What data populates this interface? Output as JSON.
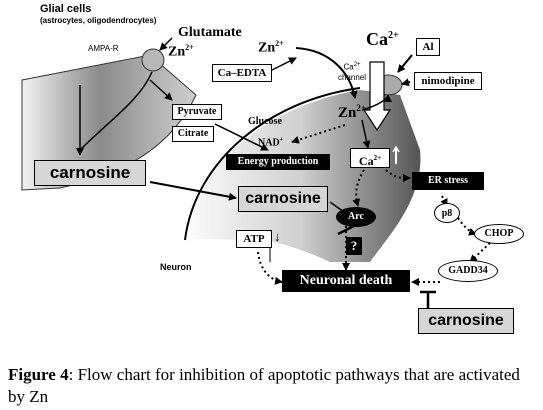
{
  "labels": {
    "glial_cells": "Glial cells",
    "glial_subtypes": "(astrocytes, oligodendrocytes)",
    "ampa_r": "AMPA-R",
    "glutamate": "Glutamate",
    "zn2_glial": "Zn",
    "zn2_glial_sup": "2+",
    "zn2_mid": "Zn",
    "zn2_mid_sup": "2+",
    "ca_edta": "Ca–EDTA",
    "ca2_top": "Ca",
    "ca2_top_sup": "2+",
    "ca_channel_line1": "Ca",
    "ca_channel_sup": "2+",
    "ca_channel_line2": "channel",
    "al": "Al",
    "nimodipine": "nimodipine",
    "zn2_inner": "Zn",
    "zn2_inner_sup": "2+",
    "glucose": "Glucose",
    "pyruvate": "Pyruvate",
    "citrate": "Citrate",
    "nad": "NAD",
    "nad_sup": "+",
    "energy_production": "Energy production",
    "ca2_inner": "Ca",
    "ca2_inner_sup": "2+",
    "er_stress": "ER stress",
    "carnosine_glial": "carnosine",
    "carnosine_neuron": "carnosine",
    "arc": "Arc",
    "question": "?",
    "p8": "p8",
    "chop": "CHOP",
    "atp": "ATP",
    "atp_arrow": "↓",
    "neuron": "Neuron",
    "neuronal_death": "Neuronal death",
    "gadd34": "GADD34",
    "carnosine_bottom": "carnosine"
  },
  "caption": {
    "prefix": "Figure 4",
    "text": ": Flow chart for inhibition of apoptotic pathways that are activated by Zn"
  }
}
